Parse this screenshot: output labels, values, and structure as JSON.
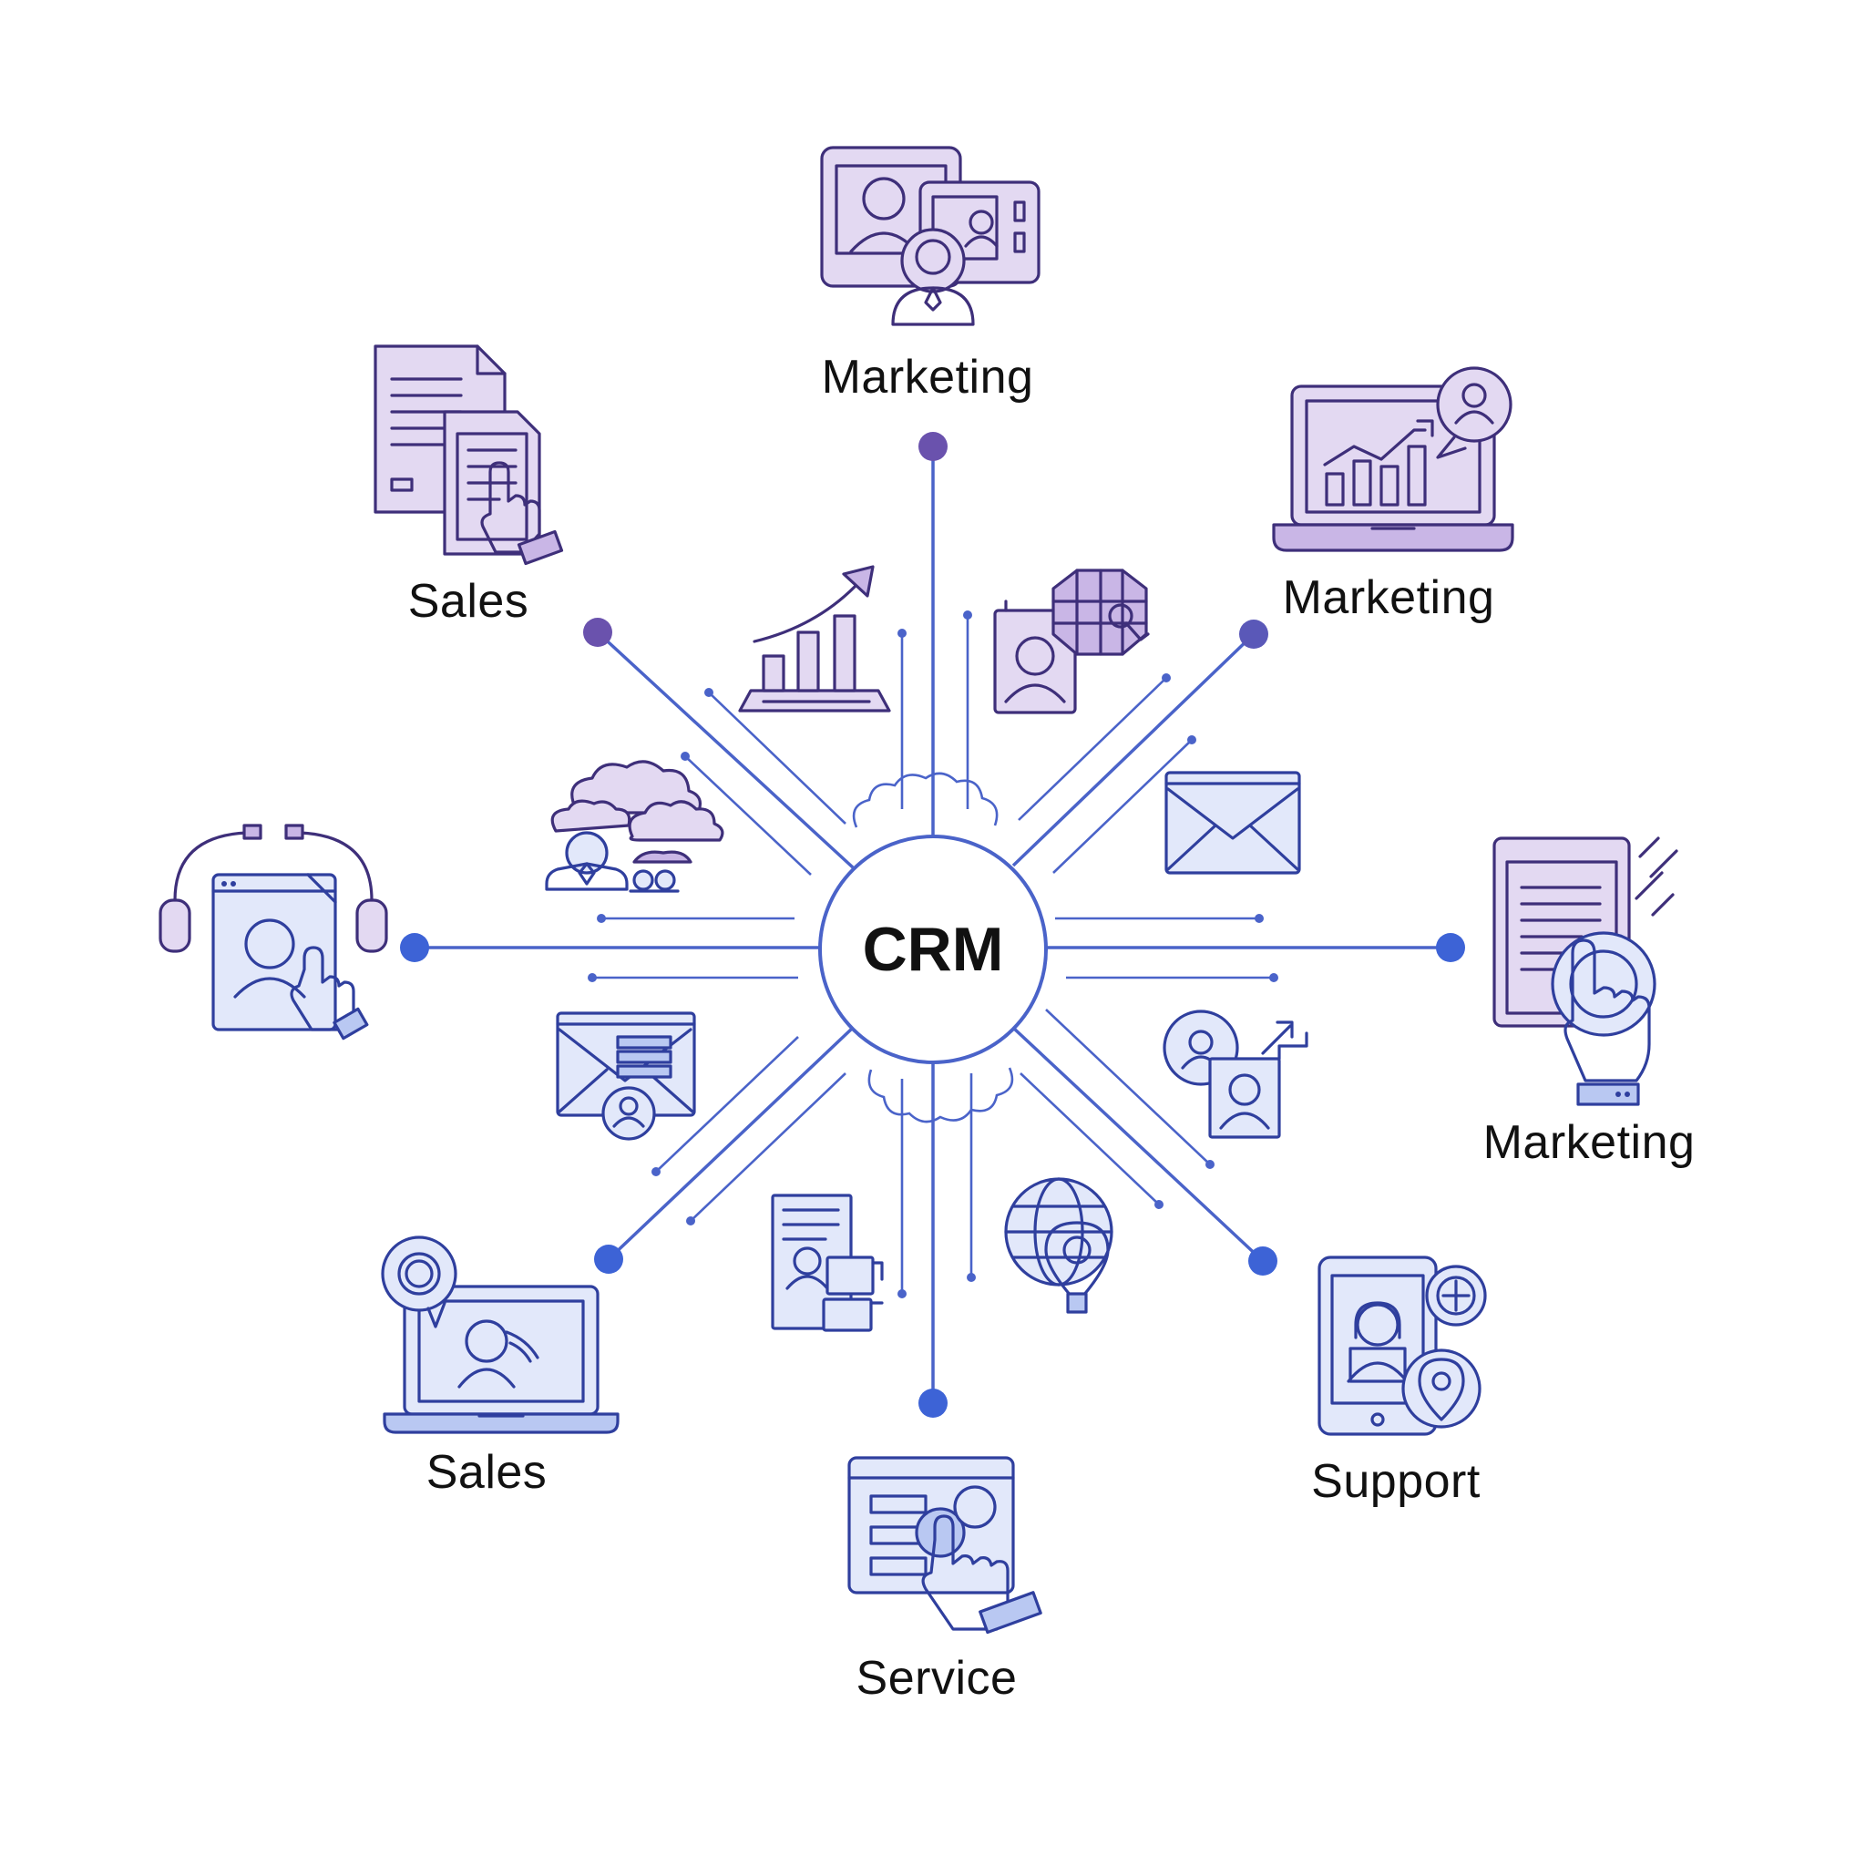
{
  "center": {
    "label": "CRM"
  },
  "nodes": [
    {
      "id": "top",
      "label": "Marketing",
      "icon": "video-conference-icon"
    },
    {
      "id": "top-right",
      "label": "Marketing",
      "icon": "laptop-growth-chart-icon"
    },
    {
      "id": "right",
      "label": "Marketing",
      "icon": "document-touch-icon"
    },
    {
      "id": "bottom-right",
      "label": "Support",
      "icon": "mobile-location-icon"
    },
    {
      "id": "bottom",
      "label": "Service",
      "icon": "web-form-touch-icon"
    },
    {
      "id": "bottom-left",
      "label": "Sales",
      "icon": "laptop-chat-icon"
    },
    {
      "id": "left",
      "label": "",
      "icon": "headset-profile-icon"
    },
    {
      "id": "top-left",
      "label": "Sales",
      "icon": "documents-touch-icon"
    }
  ],
  "inner_icons": [
    "growth-chart-icon",
    "profile-grid-icon",
    "email-icon",
    "share-profile-icon",
    "global-location-icon",
    "contact-documents-icon",
    "email-contact-icon",
    "team-cloud-icon"
  ],
  "colors": {
    "spoke": "#4a63c9",
    "purple": "#6b4fa8",
    "blue": "#3d63d6"
  }
}
